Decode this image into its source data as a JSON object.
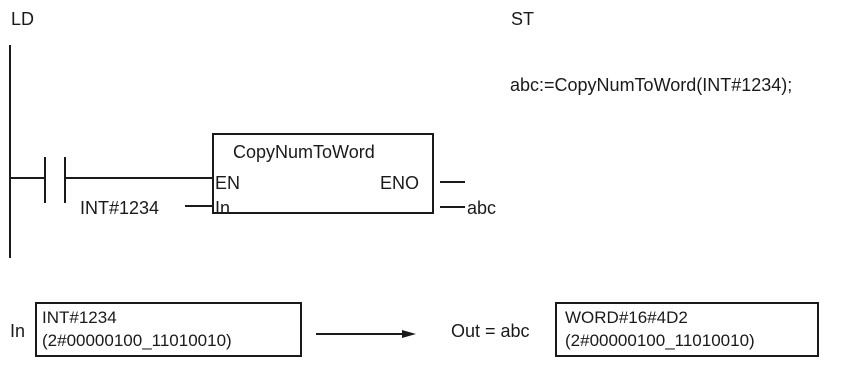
{
  "headers": {
    "ld": "LD",
    "st": "ST"
  },
  "st_code": "abc:=CopyNumToWord(INT#1234);",
  "fb": {
    "name": "CopyNumToWord",
    "en": "EN",
    "eno": "ENO",
    "in": "In",
    "input_arg": "INT#1234",
    "output_var": "abc"
  },
  "example": {
    "in_label": "In",
    "in_value_line1": "INT#1234",
    "in_value_line2": "(2#00000100_11010010)",
    "out_label": "Out = abc",
    "out_value_line1": "WORD#16#4D2",
    "out_value_line2": "(2#00000100_11010010)"
  }
}
